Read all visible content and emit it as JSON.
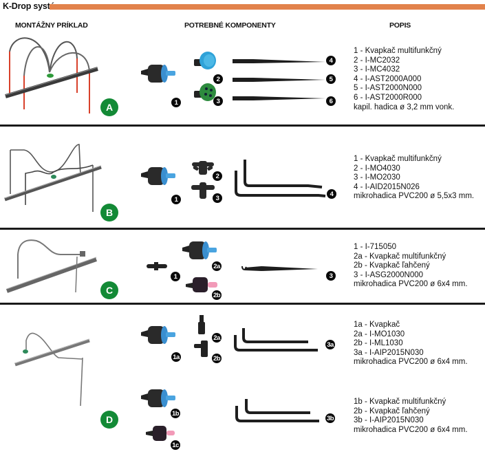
{
  "header": {
    "title": "K-Drop systém",
    "accent_color": "#e2824b"
  },
  "columns": {
    "example": "MONTÁŽNY PRÍKLAD",
    "components": "POTREBNÉ KOMPONENTY",
    "description": "POPIS"
  },
  "badge_color": "#138a36",
  "sections": [
    {
      "letter": "A",
      "labels": [
        "1",
        "2",
        "3",
        "4",
        "5",
        "6"
      ],
      "lines": [
        "1 - Kvapkač multifunkčný",
        "2 - I-MC2032",
        "3 - I-MC4032",
        "4 - I-AST2000A000",
        "5 - I-AST2000N000",
        "6 - I-AST2000R000",
        "kapil. hadica ø 3,2 mm vonk."
      ]
    },
    {
      "letter": "B",
      "labels": [
        "1",
        "2",
        "3",
        "4"
      ],
      "lines": [
        "1 - Kvapkač multifunkčný",
        "2 - I-MO4030",
        "3 - I-MO2030",
        "4 - I-AID2015N026",
        "mikrohadica PVC200 ø 5,5x3 mm."
      ]
    },
    {
      "letter": "C",
      "labels": [
        "1",
        "2a",
        "2b",
        "3"
      ],
      "lines": [
        "1 - I-715050",
        "2a - Kvapkač multifunkčný",
        "2b - Kvapkač ľahčený",
        "3 - I-ASG2000N000",
        "mikrohadica PVC200 ø 6x4 mm."
      ]
    },
    {
      "letter": "D",
      "labels": [
        "1a",
        "2a",
        "2b",
        "3a",
        "1b",
        "1c",
        "3b"
      ],
      "lines_top": [
        "1a - Kvapkač",
        "2a - I-MO1030",
        "2b - I-ML1030",
        "3a - I-AIP2015N030",
        "mikrohadica PVC200 ø 6x4 mm."
      ],
      "lines_bottom": [
        "1b - Kvapkač multifunkčný",
        "2b - Kvapkač ľahčený",
        "3b - I-AIP2015N030",
        "mikrohadica PVC200 ø 6x4 mm."
      ]
    }
  ]
}
